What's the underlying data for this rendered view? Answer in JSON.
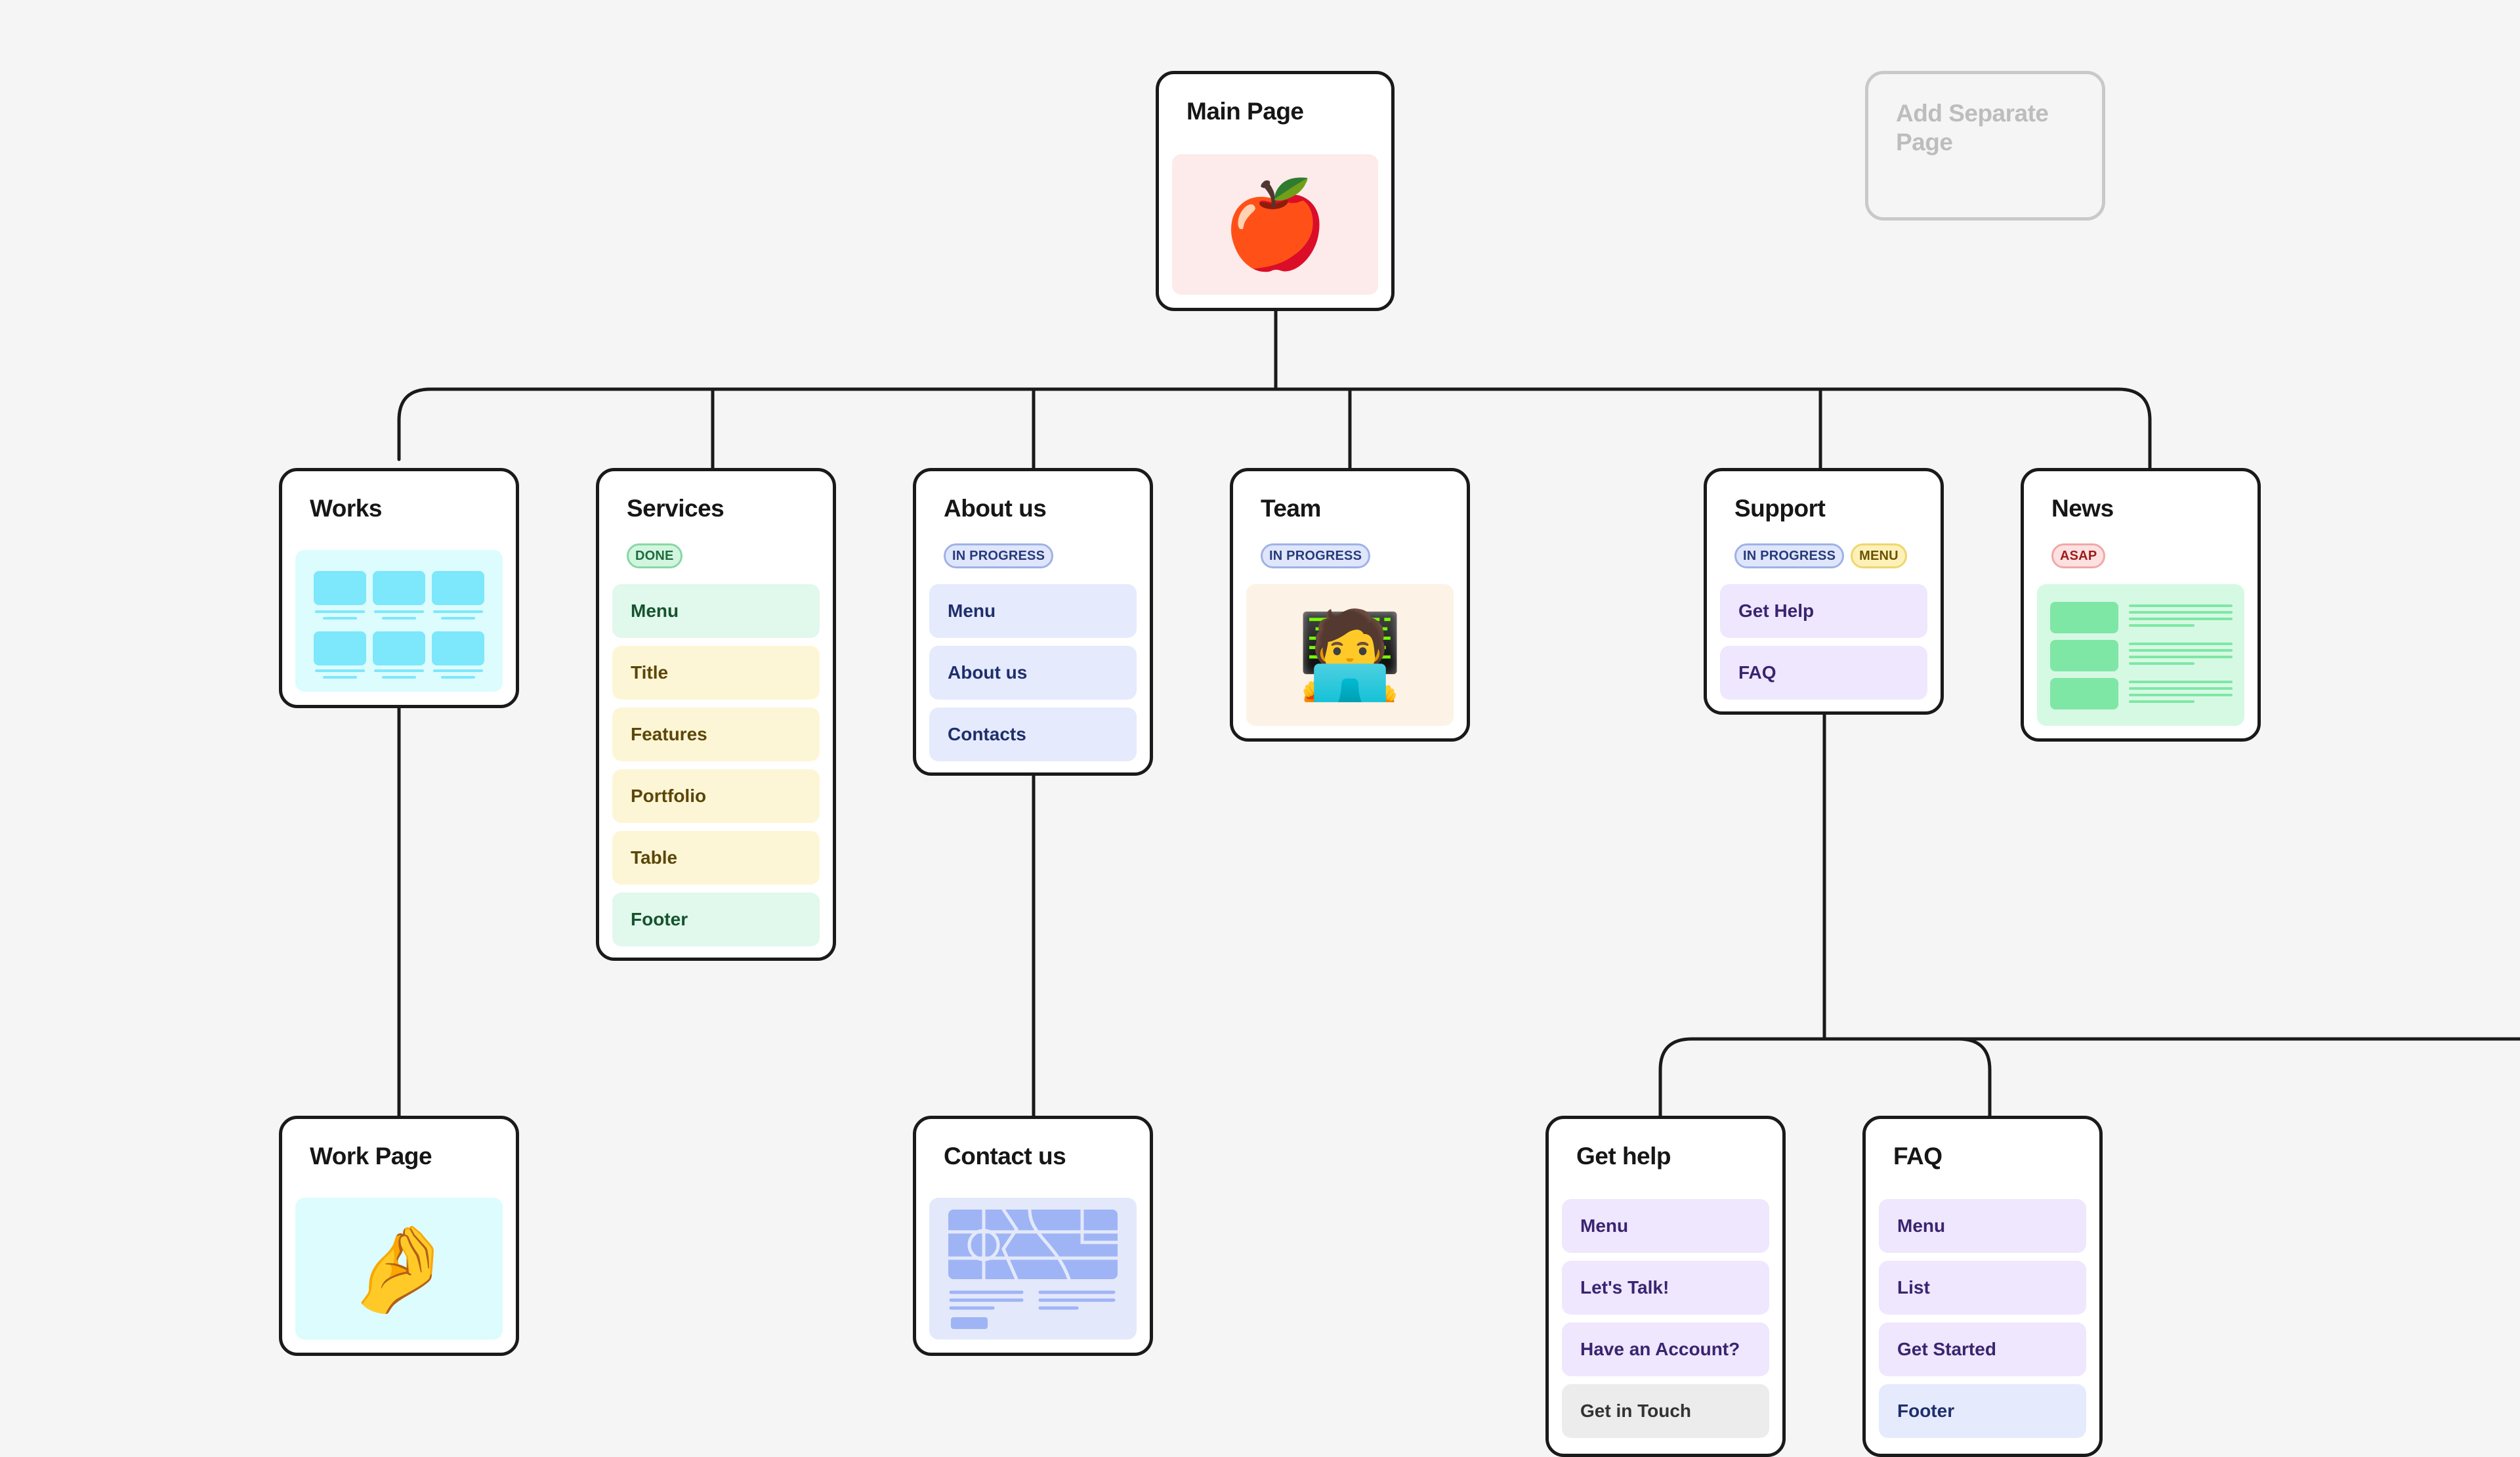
{
  "diagram": {
    "colors": {
      "connector": "#1a1a1a",
      "background": "#f5f5f5",
      "card_border": "#1a1a1a",
      "ghost_border": "#c9c9c9"
    },
    "main_page": {
      "title": "Main Page",
      "preview_icon": "red-apple-icon",
      "preview_glyph": "🍎",
      "preview_color": "#fdeaea"
    },
    "add_page": {
      "label": "Add Separate Page"
    },
    "works": {
      "title": "Works",
      "preview_icon": "grid-wireframe-icon"
    },
    "services": {
      "title": "Services",
      "badges": [
        "DONE"
      ],
      "items": [
        "Menu",
        "Title",
        "Features",
        "Portfolio",
        "Table",
        "Footer"
      ]
    },
    "about_us": {
      "title": "About us",
      "badges": [
        "IN PROGRESS"
      ],
      "items": [
        "Menu",
        "About us",
        "Contacts"
      ]
    },
    "team": {
      "title": "Team",
      "badges": [
        "IN PROGRESS"
      ],
      "preview_icon": "technologist-icon",
      "preview_glyph": "🧑‍💻"
    },
    "support": {
      "title": "Support",
      "badges": [
        "IN PROGRESS",
        "MENU"
      ],
      "items": [
        "Get Help",
        "FAQ"
      ]
    },
    "news": {
      "title": "News",
      "badges": [
        "ASAP"
      ],
      "preview_icon": "news-list-wireframe-icon"
    },
    "work_page": {
      "title": "Work Page",
      "preview_icon": "pinched-fingers-icon",
      "preview_glyph": "🤌"
    },
    "contact_us": {
      "title": "Contact us",
      "preview_icon": "map-wireframe-icon"
    },
    "get_help": {
      "title": "Get help",
      "items": [
        "Menu",
        "Let's Talk!",
        "Have an Account?",
        "Get in Touch"
      ]
    },
    "faq": {
      "title": "FAQ",
      "items": [
        "Menu",
        "List",
        "Get Started",
        "Footer"
      ]
    }
  }
}
